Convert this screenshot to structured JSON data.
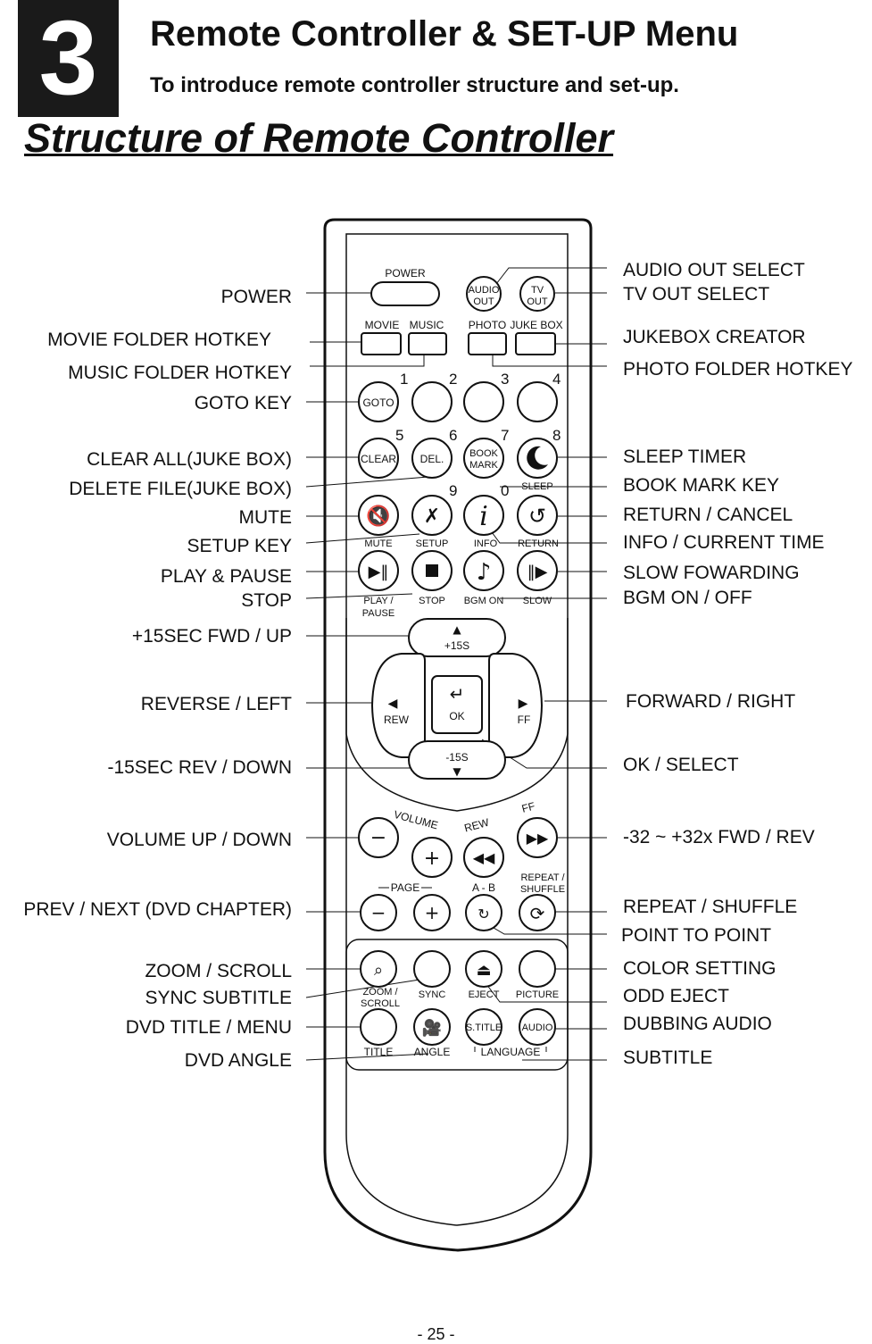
{
  "header": {
    "chapter": "3",
    "title": "Remote Controller & SET-UP Menu",
    "subtitle": "To introduce remote controller structure and set-up.",
    "heading": "Structure of Remote Controller"
  },
  "page_number": "- 25 -",
  "labels_left": [
    "POWER",
    "MOVIE FOLDER HOTKEY",
    "MUSIC FOLDER HOTKEY",
    "GOTO KEY",
    "CLEAR ALL(JUKE BOX)",
    "DELETE FILE(JUKE BOX)",
    "MUTE",
    "SETUP KEY",
    "PLAY & PAUSE",
    "STOP",
    "+15SEC FWD / UP",
    "REVERSE / LEFT",
    "-15SEC REV / DOWN",
    "VOLUME UP / DOWN",
    "PREV / NEXT (DVD CHAPTER)",
    "ZOOM / SCROLL",
    "SYNC SUBTITLE",
    "DVD TITLE / MENU",
    "DVD ANGLE"
  ],
  "labels_right": [
    "AUDIO OUT SELECT",
    "TV OUT SELECT",
    "JUKEBOX CREATOR",
    "PHOTO FOLDER HOTKEY",
    "SLEEP TIMER",
    "BOOK MARK KEY",
    "RETURN / CANCEL",
    "INFO / CURRENT TIME",
    "SLOW FOWARDING",
    "BGM ON / OFF",
    "FORWARD / RIGHT",
    "OK / SELECT",
    "-32 ~ +32x FWD / REV",
    "REPEAT / SHUFFLE",
    "POINT TO POINT",
    "COLOR SETTING",
    "ODD EJECT",
    "DUBBING AUDIO",
    "SUBTITLE"
  ],
  "remote": {
    "power": "POWER",
    "audio_out": [
      "AUDIO",
      "OUT"
    ],
    "tv_out": [
      "TV",
      "OUT"
    ],
    "movie": "MOVIE",
    "music": "MUSIC",
    "photo": "PHOTO",
    "jukebox": "JUKE BOX",
    "digits": [
      "1",
      "2",
      "3",
      "4",
      "5",
      "6",
      "7",
      "8",
      "9",
      "0"
    ],
    "goto": "GOTO",
    "clear": "CLEAR",
    "del": "DEL.",
    "bookmark": [
      "BOOK",
      "MARK"
    ],
    "sleep": "SLEEP",
    "mute": "MUTE",
    "setup": "SETUP",
    "info": "INFO",
    "return": "RETURN",
    "play_pause": [
      "PLAY /",
      "PAUSE"
    ],
    "stop": "STOP",
    "bgm_on": "BGM ON",
    "slow": "SLOW",
    "plus15": "+15S",
    "minus15": "-15S",
    "rew_nav": "REW",
    "ff_nav": "FF",
    "ok": "OK",
    "volume": "VOLUME",
    "rew": "REW",
    "ff": "FF",
    "repeat_shuffle": [
      "REPEAT /",
      "SHUFFLE"
    ],
    "page": "PAGE",
    "ab": "A - B",
    "zoom_scroll": [
      "ZOOM /",
      "SCROLL"
    ],
    "sync": "SYNC",
    "eject": "EJECT",
    "picture": "PICTURE",
    "title": "TITLE",
    "angle": "ANGLE",
    "stitle": "S.TITLE",
    "audio": "AUDIO",
    "language": "LANGUAGE",
    "minus": "−",
    "plus": "+"
  }
}
